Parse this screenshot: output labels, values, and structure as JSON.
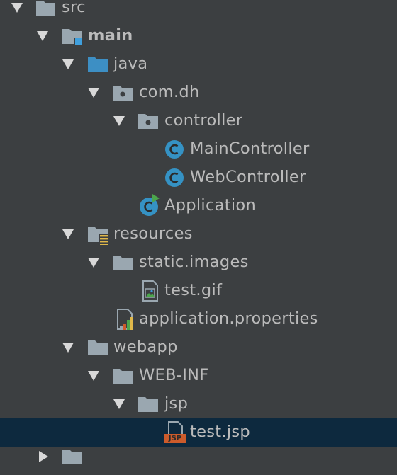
{
  "tree": {
    "src": "src",
    "main": "main",
    "java": "java",
    "com_dh": "com.dh",
    "controller": "controller",
    "main_controller": "MainController",
    "web_controller": "WebController",
    "application": "Application",
    "resources": "resources",
    "static_images": "static.images",
    "test_gif": "test.gif",
    "application_properties": "application.properties",
    "webapp": "webapp",
    "web_inf": "WEB-INF",
    "jsp": "jsp",
    "test_jsp": "test.jsp",
    "jsp_badge": "JSP"
  },
  "colors": {
    "background": "#3c3f41",
    "selection": "#0d293e",
    "text": "#bbbbbb",
    "folder": "#9aa7b0",
    "source_folder": "#3d8fc4",
    "class_icon": "#3592c4",
    "run_badge": "#4ca64c",
    "jsp_badge": "#cc5b2b"
  }
}
